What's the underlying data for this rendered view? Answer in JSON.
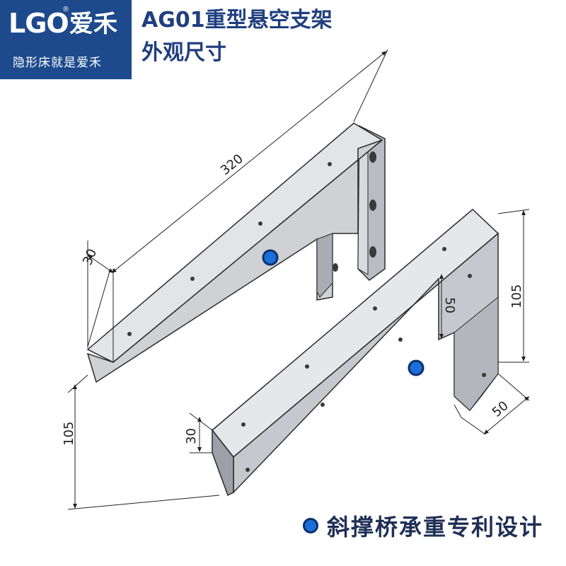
{
  "logo": {
    "mark": "LGO",
    "brand": "爱禾",
    "registered": "®",
    "tagline": "隐形床就是爱禾"
  },
  "title": {
    "line1": "AG01重型悬空支架",
    "line2": "外观尺寸"
  },
  "dimensions": {
    "length": "320",
    "top_flange_left": "30",
    "height_left": "105",
    "flange_right": "30",
    "web_right": "50",
    "height_right": "105",
    "base_right": "50"
  },
  "footer": {
    "text": "斜撑桥承重专利设计"
  },
  "colors": {
    "brand_blue": "#1c4a8c",
    "title_blue": "#1f3f7f",
    "marker_blue": "#1b6fd8",
    "metal_light": "#e6e7ea",
    "metal_mid": "#c9cbd0",
    "metal_dark": "#9da0a7",
    "outline": "#2b2b2b"
  }
}
